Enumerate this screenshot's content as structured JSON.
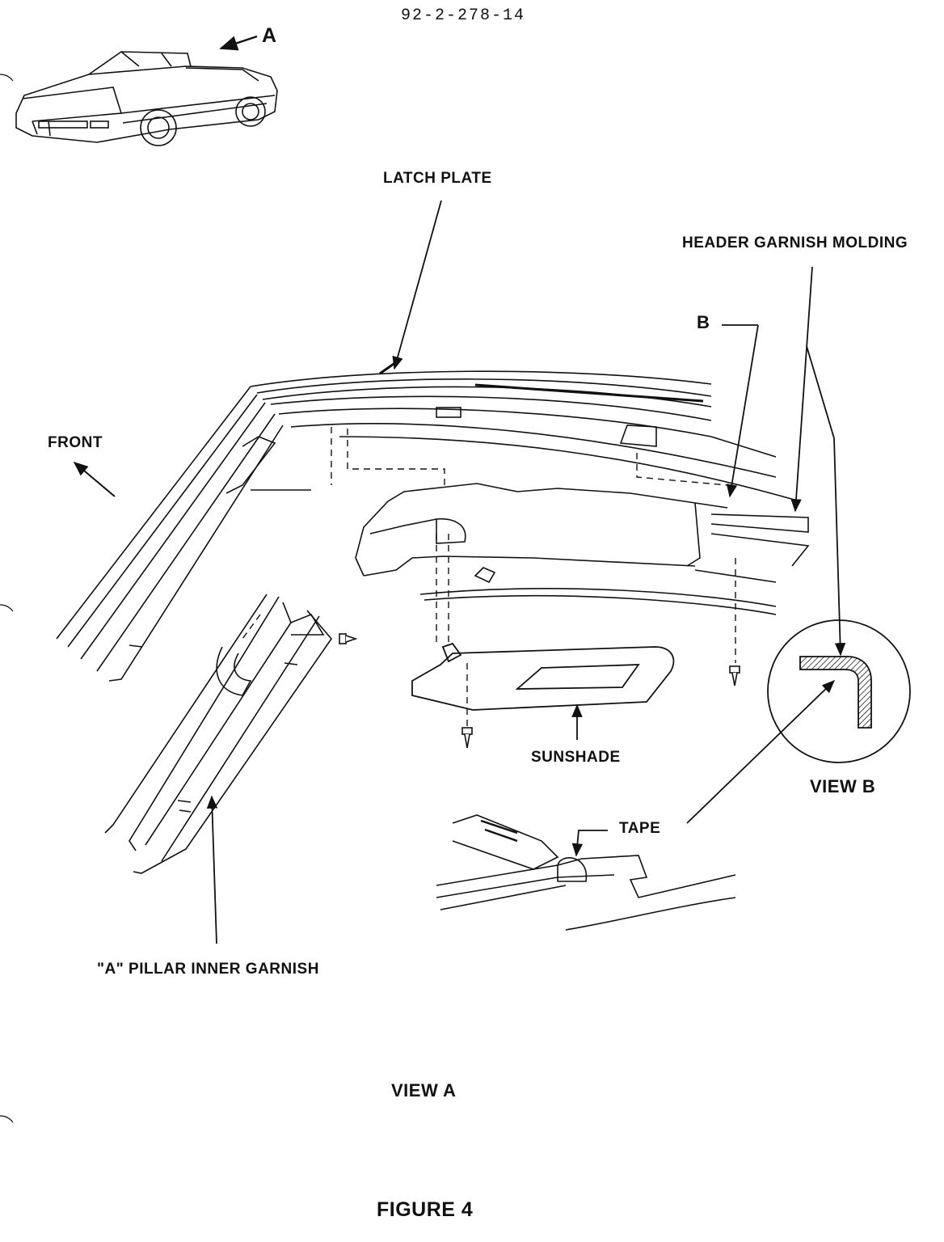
{
  "document_number": "92-2-278-14",
  "labels": {
    "view_a_callout": "A",
    "latch_plate": "LATCH PLATE",
    "header_garnish_molding": "HEADER GARNISH MOLDING",
    "view_b_callout": "B",
    "front": "FRONT",
    "sunshade": "SUNSHADE",
    "view_b": "VIEW B",
    "tape": "TAPE",
    "a_pillar_inner_garnish": "\"A\" PILLAR INNER GARNISH"
  },
  "view_title": "VIEW A",
  "figure_title": "FIGURE 4"
}
